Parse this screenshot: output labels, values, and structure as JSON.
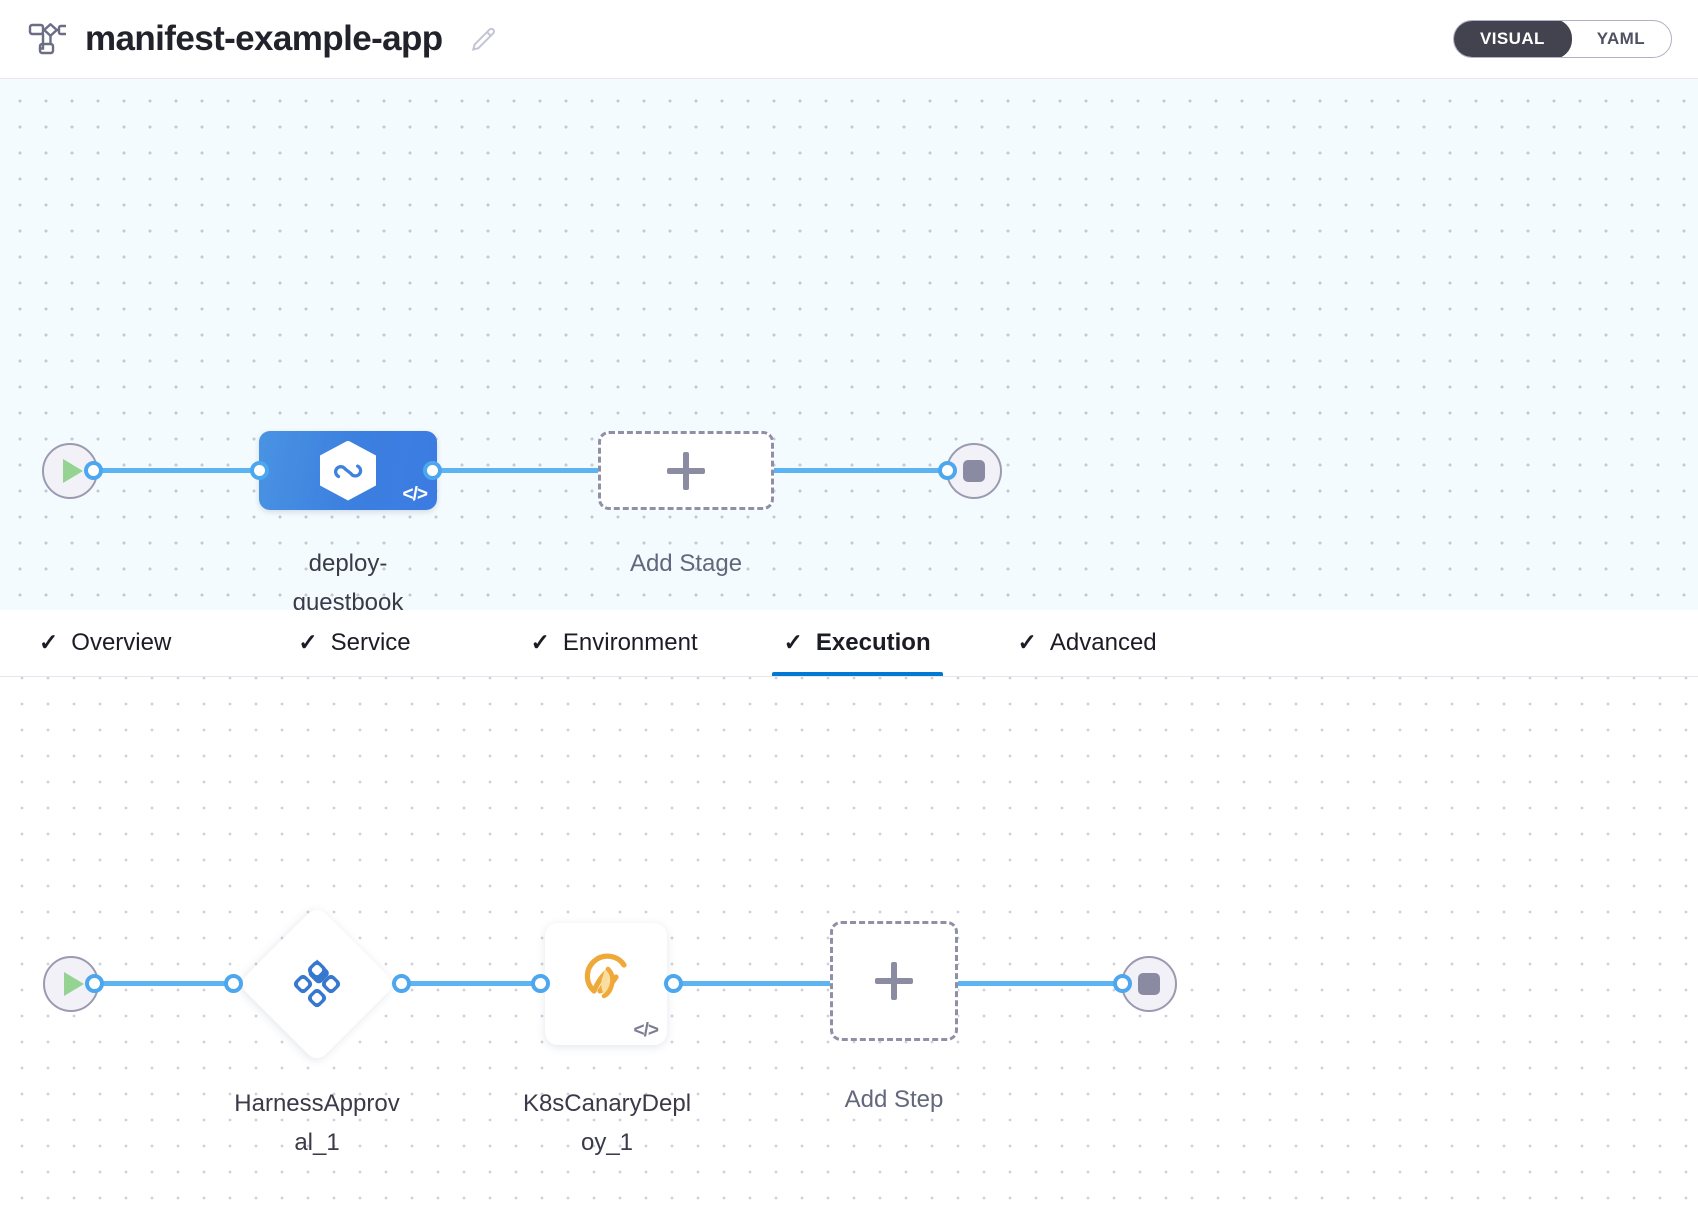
{
  "header": {
    "pipeline_icon": "pipeline-nodes-icon",
    "title": "manifest-example-app",
    "edit_icon": "pencil-edit-icon",
    "view_toggle": {
      "options": [
        {
          "label": "VISUAL",
          "active": true
        },
        {
          "label": "YAML",
          "active": false
        }
      ],
      "active_color": "#43434f",
      "active_text_color": "#ffffff"
    }
  },
  "stage_canvas": {
    "background": "#f4fbfe",
    "start_node": {
      "name": "pipeline-start-node",
      "icon": "play-icon"
    },
    "end_node": {
      "name": "pipeline-end-node",
      "icon": "stop-icon"
    },
    "stages": [
      {
        "name": "stage-node-deploy-guestbook",
        "label": "deploy-\nguestbook",
        "icon": "harness-hexagon-icon",
        "code_badge": "</>",
        "color_start": "#4a93e2",
        "color_end": "#3c7ce2"
      }
    ],
    "add_stage": {
      "name": "add-stage-node",
      "label": "Add Stage",
      "icon": "plus-icon"
    },
    "edge_color": "#5cb5f2"
  },
  "tabs": [
    {
      "label": "Overview",
      "check": "✓",
      "active": false
    },
    {
      "label": "Service",
      "check": "✓",
      "active": false
    },
    {
      "label": "Environment",
      "check": "✓",
      "active": false
    },
    {
      "label": "Execution",
      "check": "✓",
      "active": true
    },
    {
      "label": "Advanced",
      "check": "✓",
      "active": false
    }
  ],
  "tabs_active_underline_color": "#0278d5",
  "step_canvas": {
    "background": "#ffffff",
    "start_node": {
      "name": "execution-start-node",
      "icon": "play-icon"
    },
    "end_node": {
      "name": "execution-end-node",
      "icon": "stop-icon"
    },
    "steps": [
      {
        "name": "step-node-harness-approval",
        "label": "HarnessApprov\nal_1",
        "shape": "diamond",
        "icon": "harness-approval-icon",
        "icon_color": "#3778cf",
        "code_badge": ""
      },
      {
        "name": "step-node-k8s-canary-deploy",
        "label": "K8sCanaryDepl\noy_1",
        "shape": "square",
        "icon": "canary-bird-icon",
        "icon_color": "#f0a93c",
        "code_badge": "</>"
      }
    ],
    "add_step": {
      "name": "add-step-node",
      "label": "Add Step",
      "icon": "plus-icon"
    },
    "edge_color": "#5cb5f2"
  }
}
